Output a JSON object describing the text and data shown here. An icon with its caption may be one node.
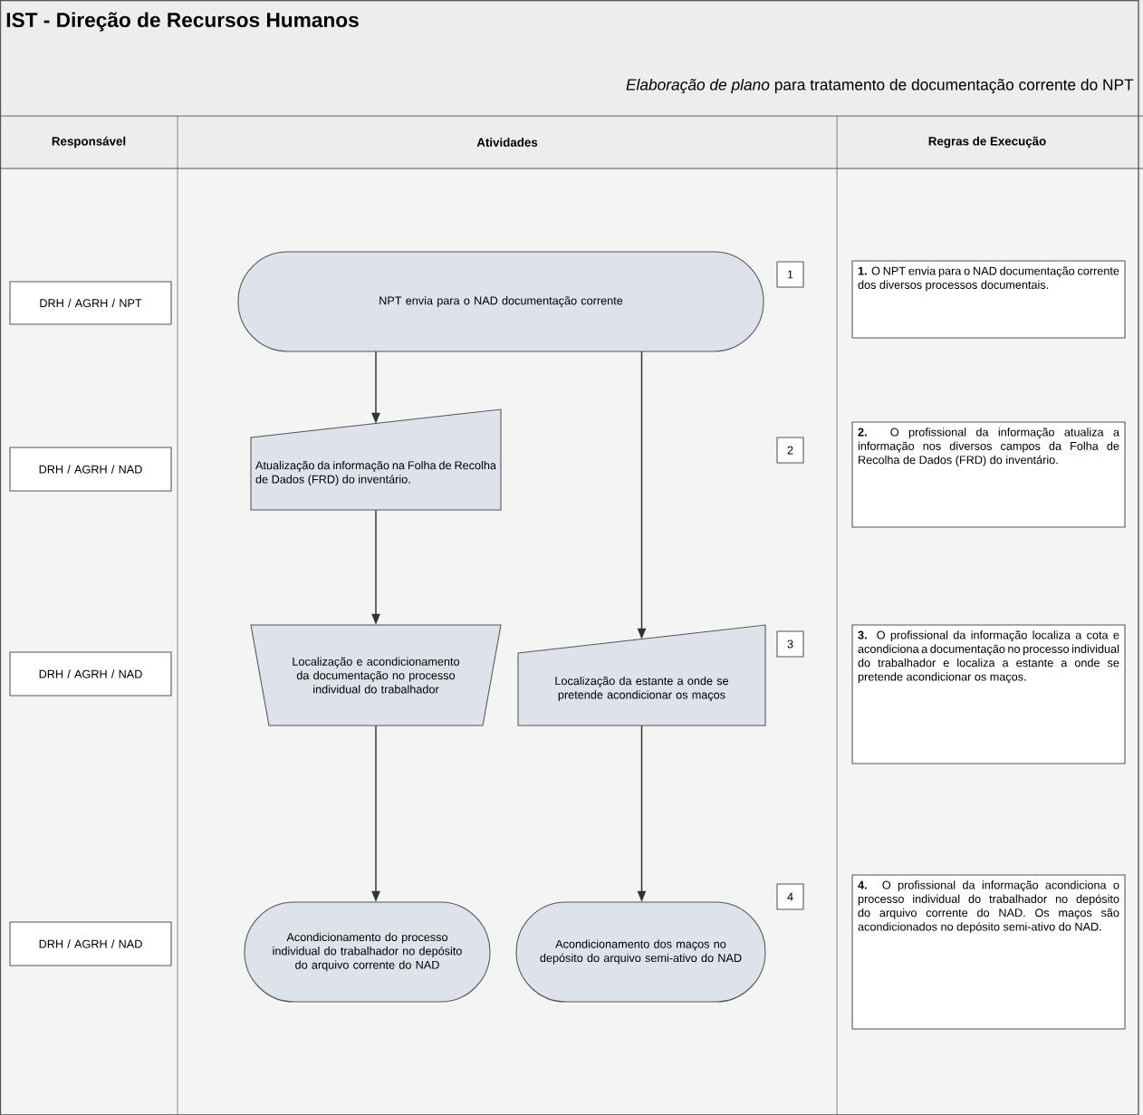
{
  "diagram": {
    "title": "IST - Direção de Recursos Humanos",
    "nodes": [
      {
        "text": [
          "DRH / AGRH / NPT"
        ]
      },
      {
        "text": [
          "DRH / AGRH / NAD"
        ]
      },
      {
        "text": [
          "DRH / AGRH / NAD"
        ]
      },
      {
        "text": [
          "DRH / AGRH / NAD"
        ]
      },
      {
        "text": [
          "NPT envia para o NAD documentação corrente"
        ]
      },
      {
        "text": [
          "Atualização da informação na Folha de Recolha de Dados (FRD) do inventário."
        ]
      },
      {
        "text": [
          "Localização e acondicionamento da documentação no processo individual do trabalhador"
        ]
      },
      {
        "text": [
          "Localização da estante a onde se pretende acondicionar os maços"
        ]
      },
      {
        "text": [
          "Acondicionamento do processo individual do trabalhador no depósito do arquivo corrente do NAD"
        ]
      },
      {
        "text": [
          "Acondicionamento dos maços no depósito do arquivo semi-ativo do NAD"
        ]
      },
      {
        "text": [
          "1"
        ]
      },
      {
        "text": [
          "2"
        ]
      },
      {
        "text": [
          "3"
        ]
      },
      {
        "text": [
          "4"
        ]
      },
      {
        "text": [
          "**1.** O NPT envia para o NAD documentação corrente dos diversos processos documentais."
        ]
      },
      {
        "text": [
          "**2.** O profissional da informação atualiza a informação nos diversos campos da Folha de Recolha de Dados (FRD) do inventário."
        ]
      },
      {
        "text": [
          "**3.** O profissional da informação localiza a cota e acondiciona a documentação no processo individual do trabalhador e localiza a estante a onde se pretende acondicionar os maços."
        ]
      },
      {
        "text": [
          "**4.** O profissional da informação acondiciona o processo individual do trabalhador no depósito do arquivo corrente do NAD. Os maços são acondicionados no depósito semi-ativo do NAD."
        ]
      }
    ],
    "edges": [
      {
        "from": 4,
        "to": 5,
        "arrow": "to"
      },
      {
        "from": 5,
        "to": 6,
        "arrow": "to"
      },
      {
        "from": 4,
        "to": 7,
        "arrow": "to"
      },
      {
        "from": 6,
        "to": 8,
        "arrow": "to"
      },
      {
        "from": 7,
        "to": 9,
        "arrow": "to"
      }
    ],
    "labels": [
      "*Elaboração de plano* para tratamento de documentação corrente do NPT",
      "Responsável",
      "Atividades",
      "Regras de Execução"
    ]
  }
}
